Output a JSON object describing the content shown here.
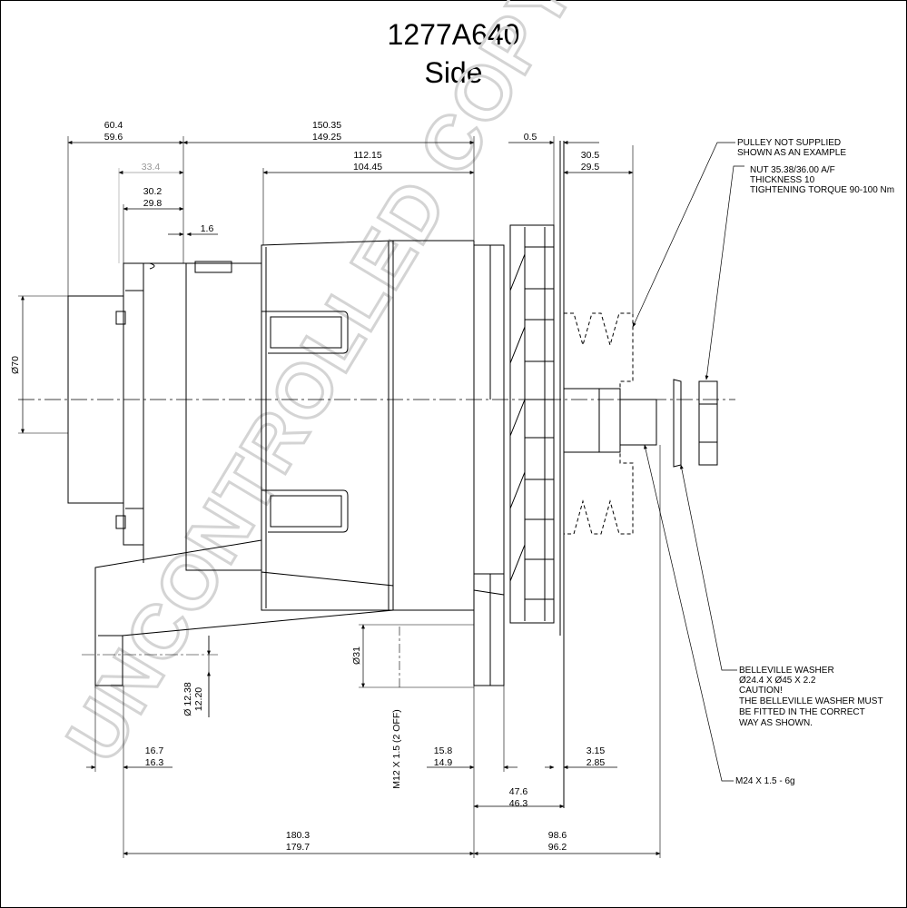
{
  "title": "1277A640",
  "subtitle": "Side",
  "watermark": "UNCONTROLLED COPY",
  "dimensions": {
    "d_60_4": "60.4",
    "d_59_6": "59.6",
    "d_150_35": "150.35",
    "d_149_25": "149.25",
    "d_0_5": "0.5",
    "d_30_5": "30.5",
    "d_29_5": "29.5",
    "d_33_4": "33.4",
    "d_112_15": "112.15",
    "d_104_45": "104.45",
    "d_30_2": "30.2",
    "d_29_8": "29.8",
    "d_1_6": "1.6",
    "d_dia70": "Ø70",
    "d_dia31": "Ø31",
    "d_dia12": "Ø 12.38",
    "d_dia12b": "12.20",
    "d_m12": "M12 X 1.5 (2 OFF)",
    "d_16_7": "16.7",
    "d_16_3": "16.3",
    "d_15_8": "15.8",
    "d_14_9": "14.9",
    "d_3_15": "3.15",
    "d_2_85": "2.85",
    "d_47_6": "47.6",
    "d_46_3": "46.3",
    "d_180_3": "180.3",
    "d_179_7": "179.7",
    "d_98_6": "98.6",
    "d_96_2": "96.2"
  },
  "notes": {
    "pulley_1": "PULLEY NOT SUPPLIED",
    "pulley_2": "SHOWN AS AN EXAMPLE",
    "nut_1": "NUT 35.38/36.00 A/F",
    "nut_2": "THICKNESS 10",
    "nut_3": "TIGHTENING TORQUE 90-100 Nm",
    "washer_1": "BELLEVILLE WASHER",
    "washer_2": "Ø24.4 X    Ø45 X 2.2",
    "washer_3": "CAUTION!",
    "washer_4": "THE BELLEVILLE WASHER MUST",
    "washer_5": "BE FITTED IN THE CORRECT",
    "washer_6": "WAY AS SHOWN.",
    "thread": "M24 X 1.5 - 6g"
  }
}
